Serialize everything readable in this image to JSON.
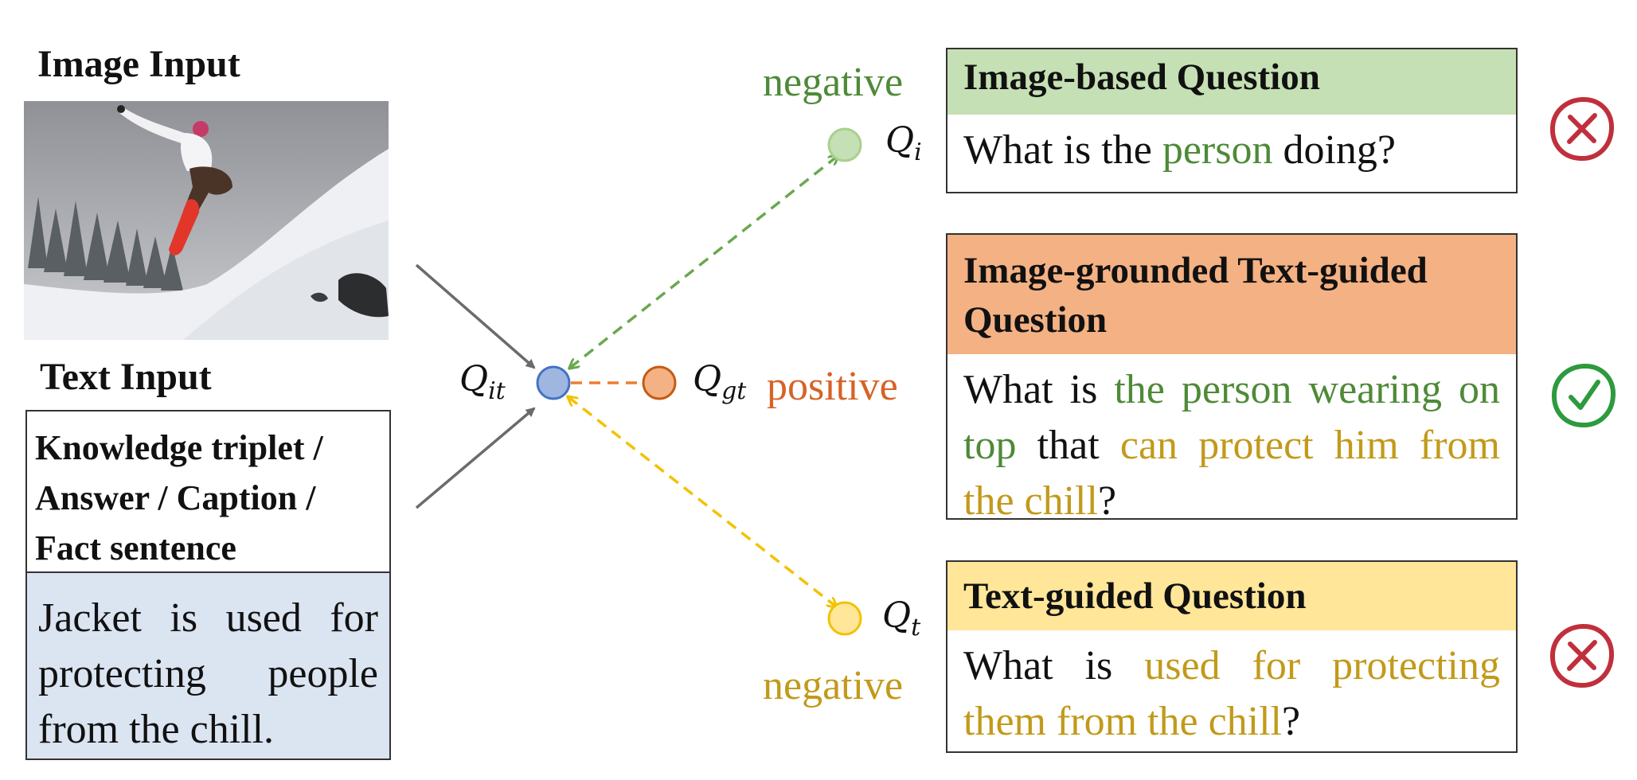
{
  "left": {
    "image_heading": "Image Input",
    "text_heading": "Text Input",
    "text_types": [
      "Knowledge triplet /",
      "Answer / Caption /",
      "Fact sentence"
    ],
    "text_example": "Jacket is used for protecting people from the chill."
  },
  "nodes": {
    "q_it": "Q",
    "q_it_sub": "it",
    "q_i": "Q",
    "q_i_sub": "i",
    "q_gt": "Q",
    "q_gt_sub": "gt",
    "q_t": "Q",
    "q_t_sub": "t"
  },
  "labels": {
    "negative_top": "negative",
    "positive": "positive",
    "negative_bottom": "negative"
  },
  "questions": [
    {
      "title": "Image-based Question",
      "parts": [
        {
          "text": "What is the ",
          "color": "default"
        },
        {
          "text": "person",
          "color": "green"
        },
        {
          "text": " doing?",
          "color": "default"
        }
      ],
      "status": "incorrect"
    },
    {
      "title": "Image-grounded Text-guided Question",
      "parts": [
        {
          "text": "What is ",
          "color": "default"
        },
        {
          "text": "the person wearing on top",
          "color": "green"
        },
        {
          "text": " that ",
          "color": "default"
        },
        {
          "text": "can protect him from the chill",
          "color": "gold"
        },
        {
          "text": "?",
          "color": "default"
        }
      ],
      "status": "correct"
    },
    {
      "title": "Text-guided Question",
      "parts": [
        {
          "text": "What is ",
          "color": "default"
        },
        {
          "text": "used for protecting them from the chill",
          "color": "gold"
        },
        {
          "text": "?",
          "color": "default"
        }
      ],
      "status": "incorrect"
    }
  ],
  "colors": {
    "green": "#4e8a38",
    "gold": "#c29a1b",
    "orange": "#d86226",
    "green_header": "#c5e0b4",
    "orange_header": "#f4b183",
    "yellow_header": "#ffe699",
    "blue_box": "#dbe4f1",
    "cross_red": "#c0303c",
    "check_green": "#2e9a3e"
  },
  "icons": {
    "incorrect": "cross-circle-icon",
    "correct": "check-circle-icon"
  }
}
